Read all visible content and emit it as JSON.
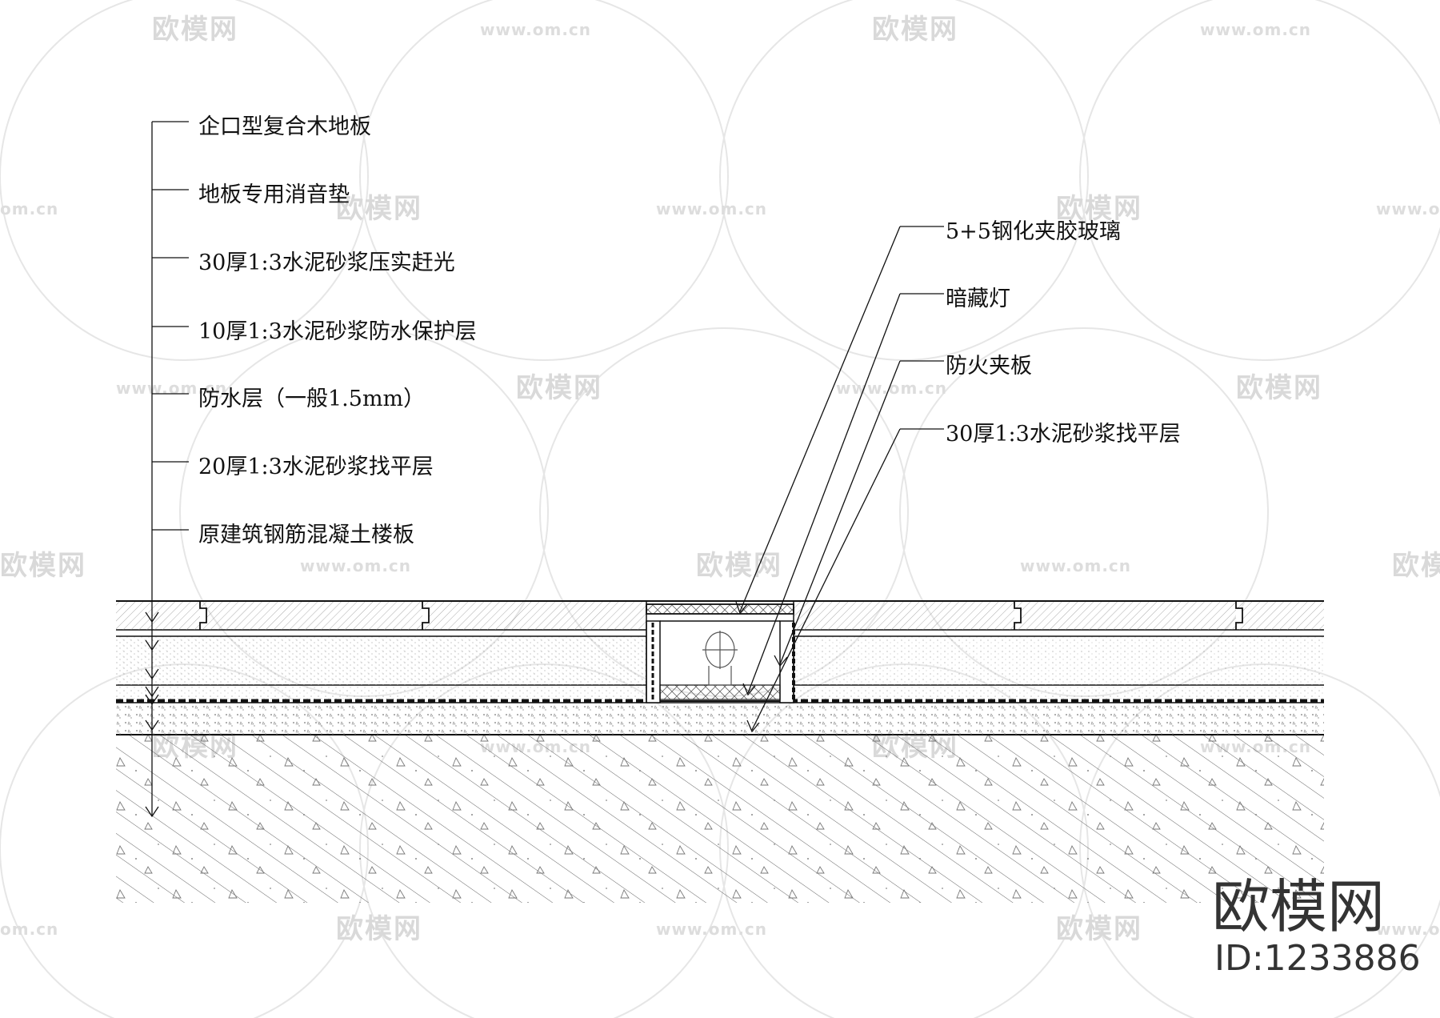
{
  "left_callouts": [
    "企口型复合木地板",
    "地板专用消音垫",
    "30厚1:3水泥砂浆压实赶光",
    "10厚1:3水泥砂浆防水保护层",
    "防水层（一般1.5mm）",
    "20厚1:3水泥砂浆找平层",
    "原建筑钢筋混凝土楼板"
  ],
  "right_callouts": [
    "5+5钢化夹胶玻璃",
    "暗藏灯",
    "防火夹板",
    "30厚1:3水泥砂浆找平层"
  ],
  "watermark": {
    "brand": "欧模网",
    "url": "www.om.cn",
    "url_fragment": "om.cn",
    "id_label": "ID:1233886"
  },
  "colors": {
    "line": "#111111",
    "hatch": "#555555",
    "watermark": "#d9d9d9"
  }
}
